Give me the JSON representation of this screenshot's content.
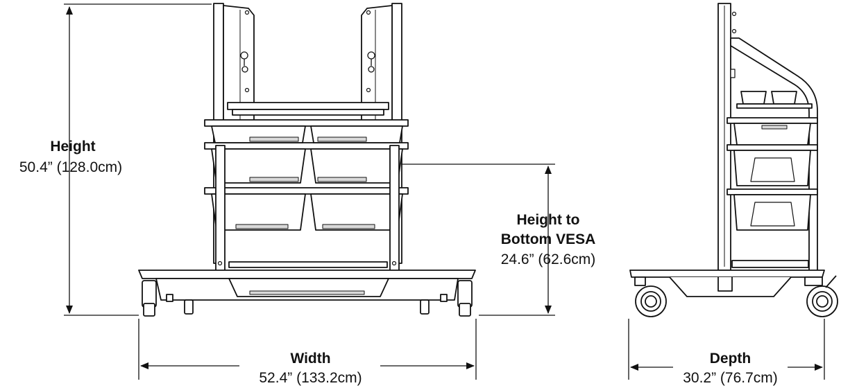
{
  "dimensions": {
    "height": {
      "label": "Height",
      "value": "50.4” (128.0cm)"
    },
    "vesa": {
      "label_line1": "Height to",
      "label_line2": "Bottom VESA",
      "value": "24.6” (62.6cm)"
    },
    "width": {
      "label": "Width",
      "value": "52.4” (133.2cm)"
    },
    "depth": {
      "label": "Depth",
      "value": "30.2” (76.7cm)"
    }
  },
  "colors": {
    "line": "#111111",
    "fill": "#ffffff",
    "shade": "#d9d9d9"
  }
}
